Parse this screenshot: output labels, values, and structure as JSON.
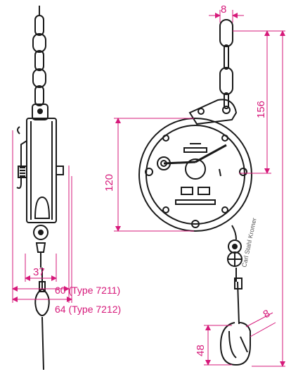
{
  "colors": {
    "dimension": "#d6197a",
    "drawing": "#1a1a1a"
  },
  "dimensions": {
    "chain_link_width": "8",
    "hook_to_housing": "156",
    "housing_height": "120",
    "side_width": "37",
    "hook_width": "8",
    "hook_height": "48"
  },
  "notes": {
    "type_7211": "60 (Type 7211)",
    "type_7212": "64 (Type 7212)"
  },
  "watermark": "Carl Stahl Kromer",
  "icons": {
    "ratchet": "ratchet-icon",
    "cable": "cable-icon"
  }
}
